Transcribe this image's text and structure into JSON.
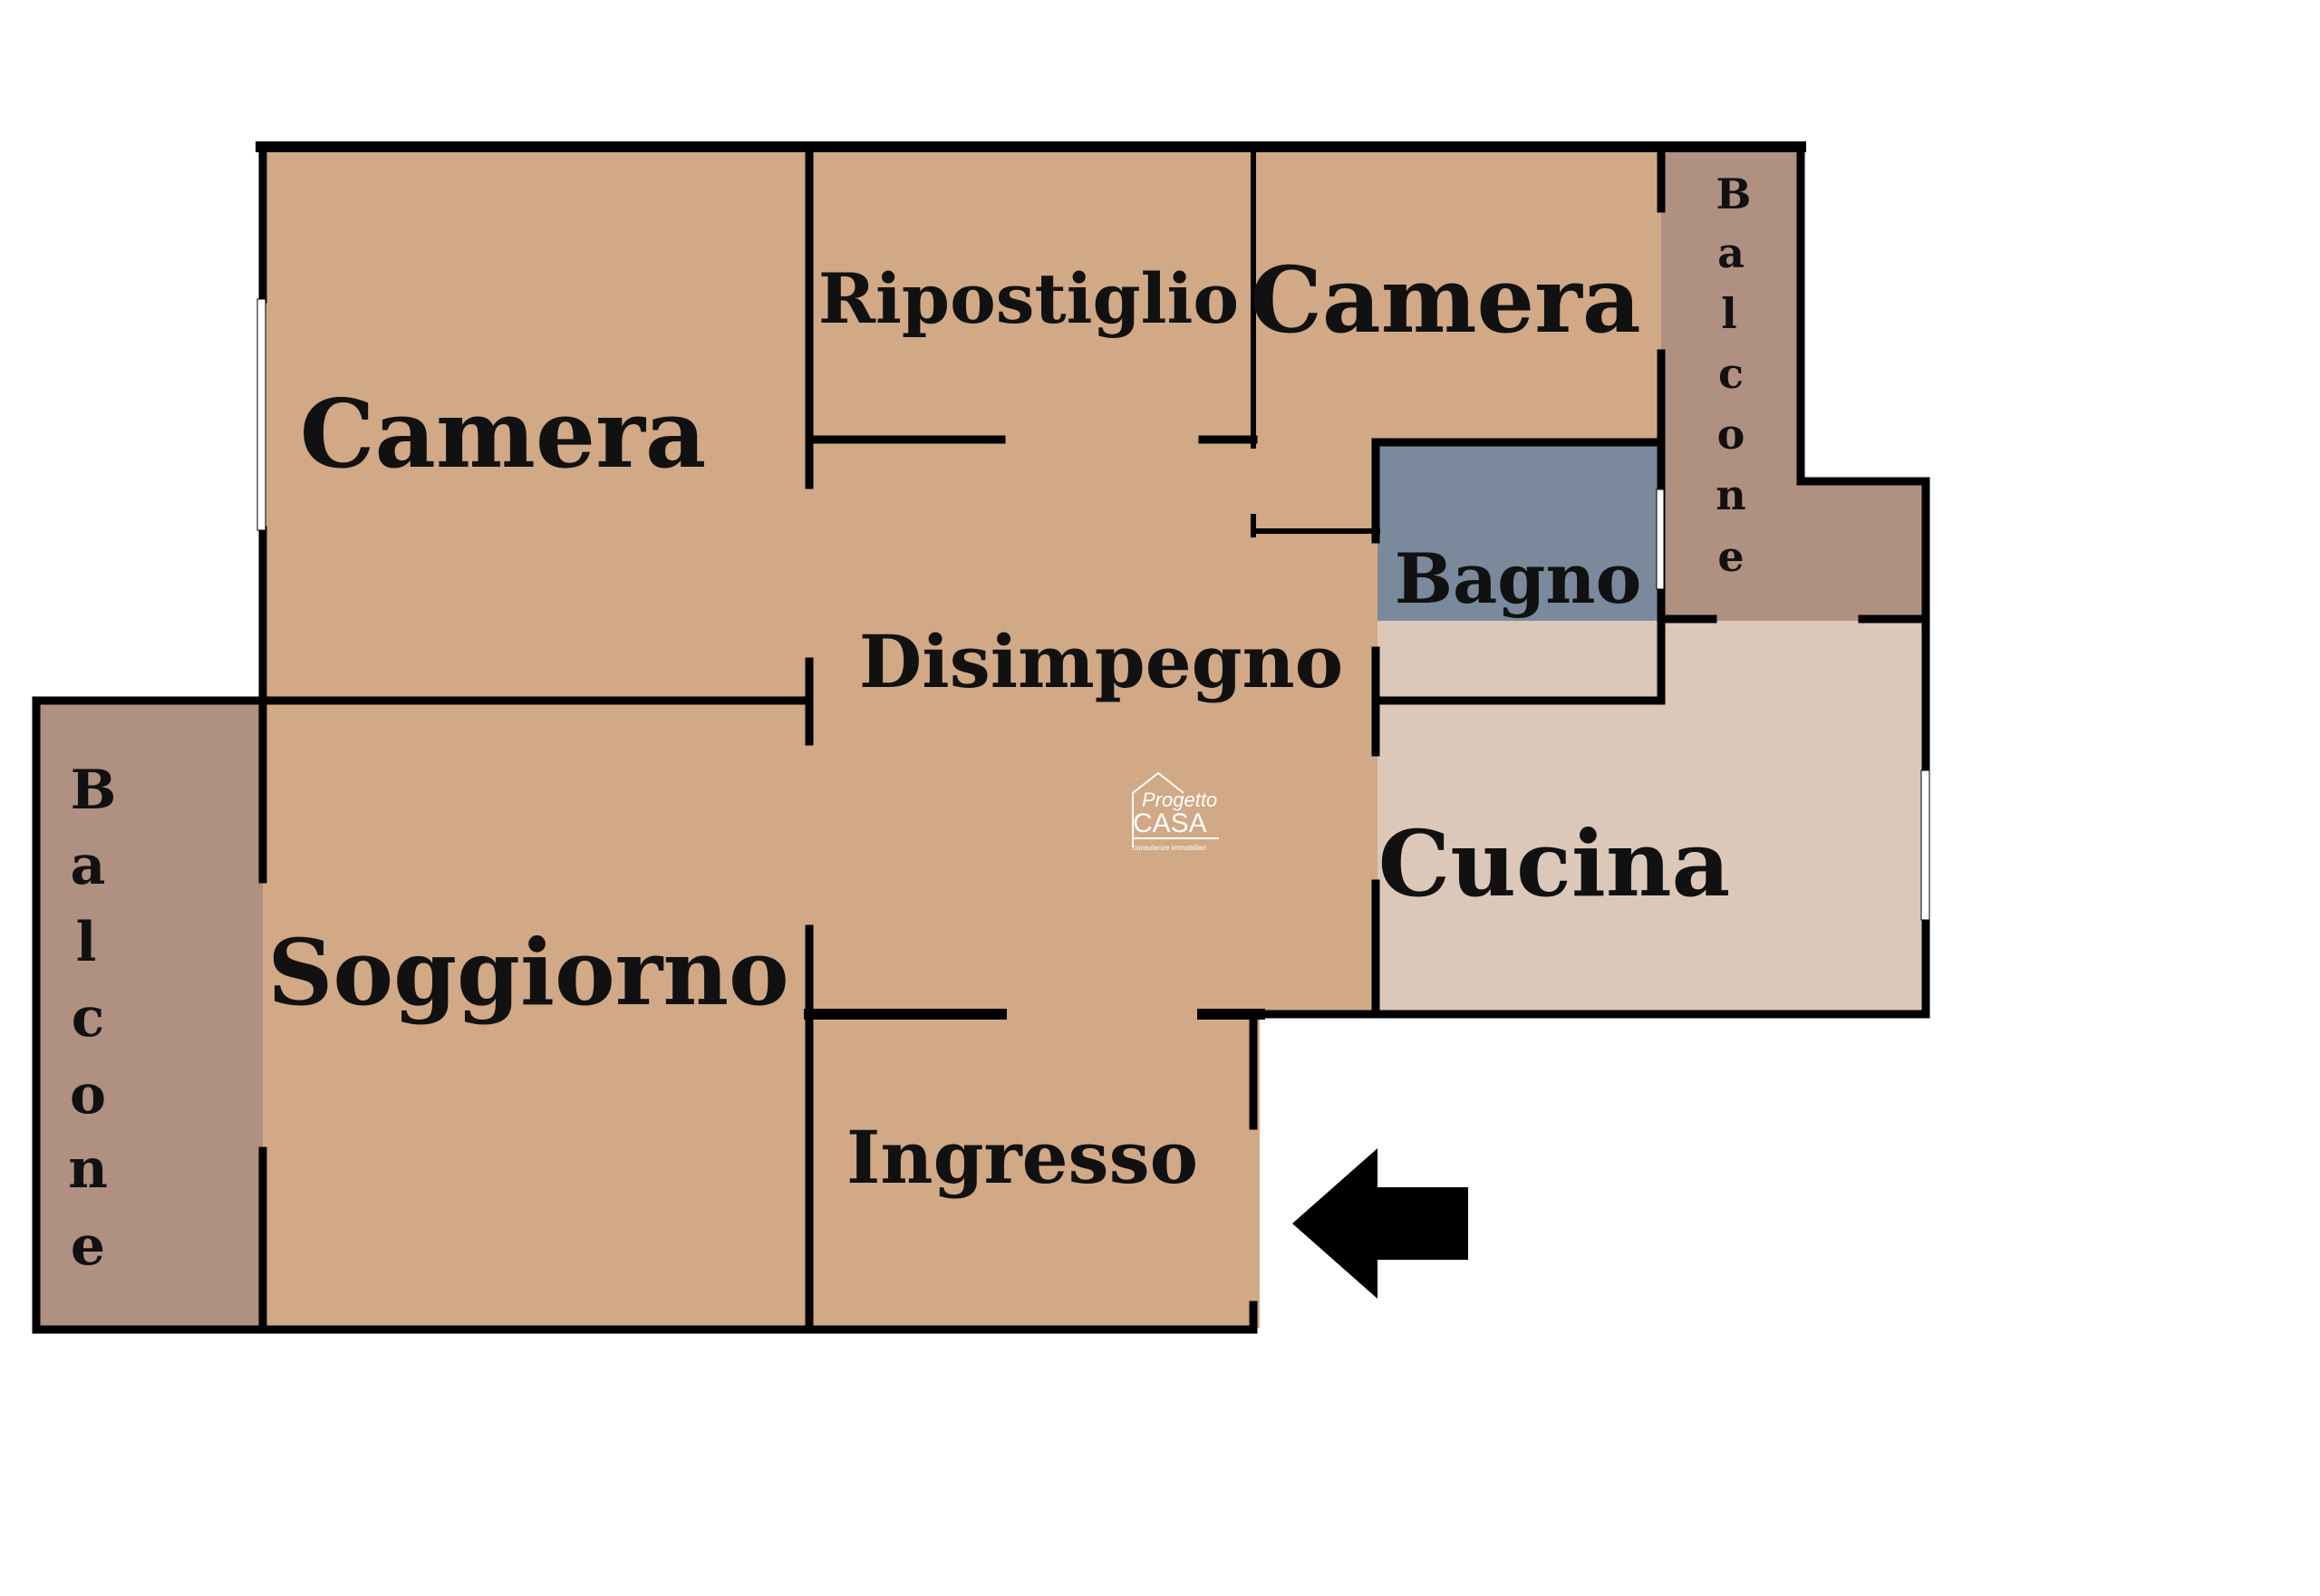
{
  "floor_plan": {
    "colors": {
      "wall": "#000000",
      "room": "#d1a986",
      "balcony": "#b09080",
      "bathroom": "#7a8a9c",
      "kitchen": "#dcc8b9",
      "window": "#ffffff",
      "background": "#ffffff"
    },
    "rooms": {
      "camera_left": "Camera",
      "ripostiglio": "Ripostiglio",
      "camera_right": "Camera",
      "disimpegno": "Disimpegno",
      "bagno": "Bagno",
      "cucina": "Cucina",
      "soggiorno": "Soggiorno",
      "ingresso": "Ingresso"
    },
    "balconies": {
      "left": [
        "B",
        "a",
        "l",
        "c",
        "o",
        "n",
        "e"
      ],
      "right": [
        "B",
        "a",
        "l",
        "c",
        "o",
        "n",
        "e"
      ]
    },
    "logo": {
      "line1": "Progetto",
      "line2": "CASA",
      "line3": "consulenze immobiliari"
    },
    "entrance_arrow": "arrow-left-icon"
  }
}
